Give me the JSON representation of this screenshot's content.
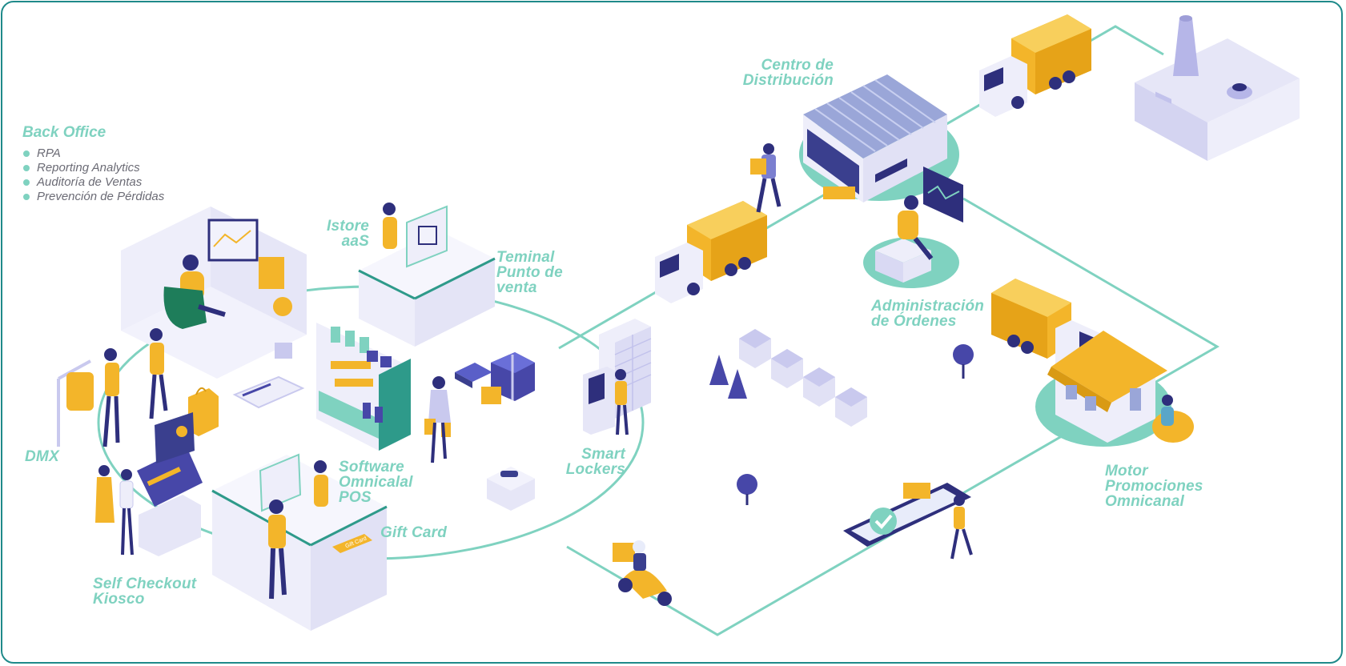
{
  "back_office": {
    "title": "Back Office",
    "items": [
      "RPA",
      "Reporting Analytics",
      "Auditoría de Ventas",
      "Prevención de Pérdidas"
    ]
  },
  "labels": {
    "istore": [
      "Istore",
      "aaS"
    ],
    "terminal": [
      "Teminal",
      "Punto de",
      "venta"
    ],
    "dmx": [
      "DMX"
    ],
    "software": [
      "Software",
      "Omnicalal",
      "POS"
    ],
    "gift_card": [
      "Gift Card"
    ],
    "self_checkout": [
      "Self Checkout",
      "Kiosco"
    ],
    "smart_lockers": [
      "Smart",
      "Lockers"
    ],
    "centro": [
      "Centro de",
      "Distribución"
    ],
    "administracion": [
      "Administración",
      "de Órdenes"
    ],
    "motor": [
      "Motor",
      "Promociones",
      "Omnicanal"
    ],
    "gift_card_small": "Gift Card"
  },
  "colors": {
    "frame": "#1f8a8a",
    "teal_line": "#7fd2c0",
    "label": "#7fd2c0",
    "accent_yellow": "#f3b52a",
    "navy": "#2e2f7c",
    "lavender": "#c9c9ee",
    "platform": "#eeeefa"
  },
  "icons": [
    "factory-icon",
    "warehouse-icon",
    "truck-icon",
    "house-icon",
    "smartphone-icon",
    "motorcycle-icon",
    "locker-icon",
    "tree-icon",
    "map-pin-icon",
    "gift-box-icon",
    "shopping-bag-icon",
    "kiosk-icon",
    "pos-terminal-icon",
    "product-shelf-icon",
    "office-desk-icon",
    "credit-card-icon",
    "person-icon"
  ]
}
